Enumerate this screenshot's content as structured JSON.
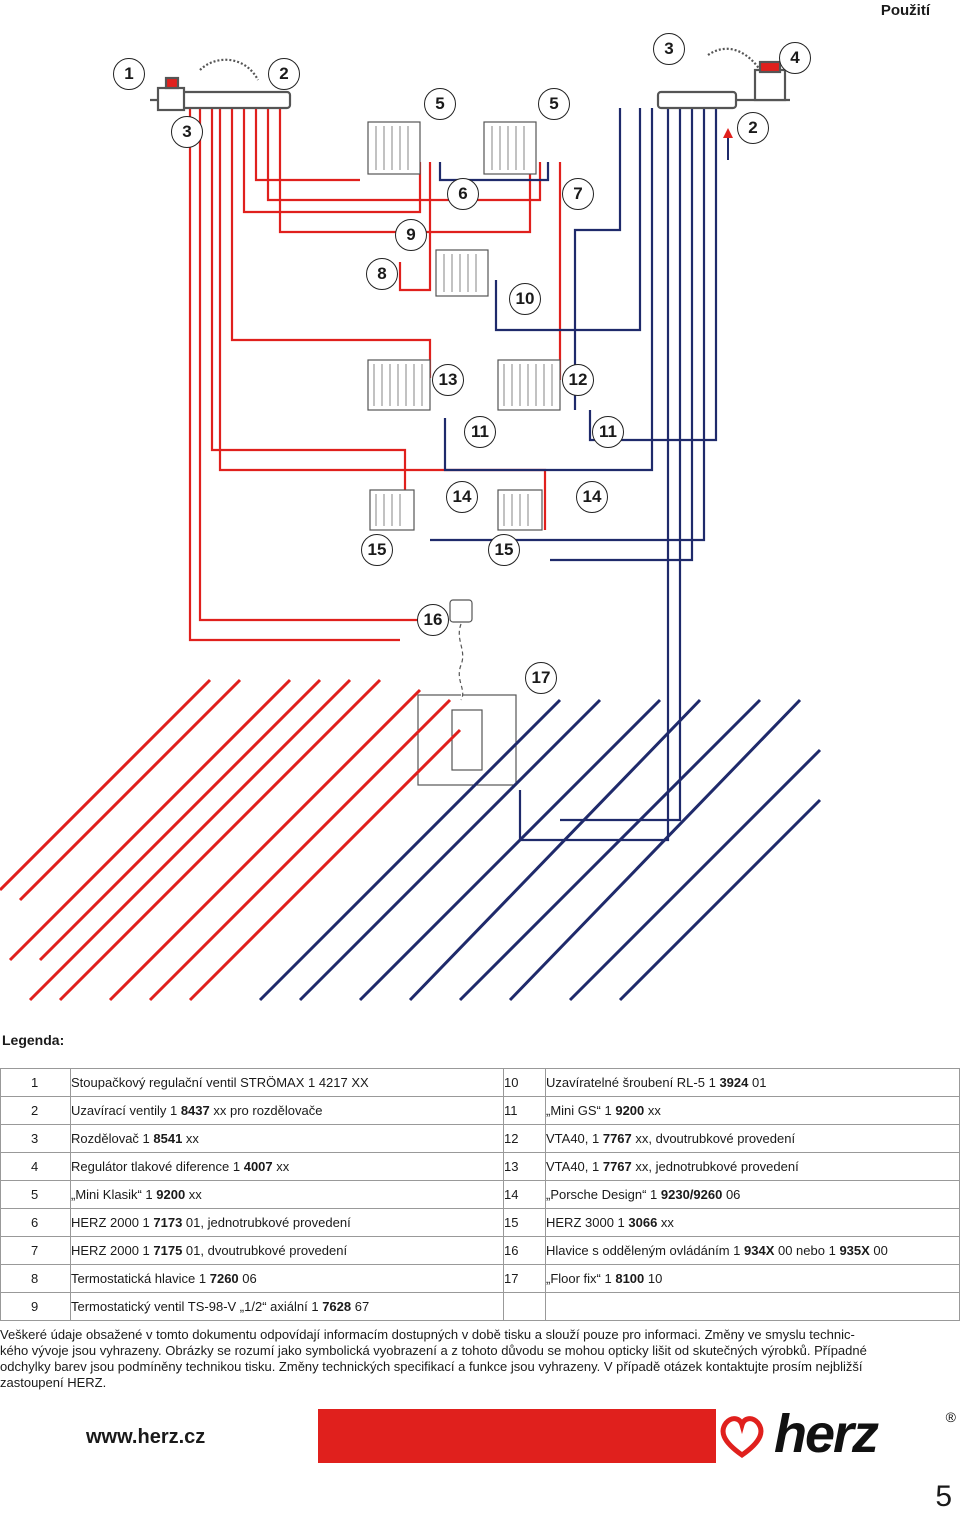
{
  "header": {
    "title": "Použití"
  },
  "diagram": {
    "callouts": [
      {
        "id": "c1a",
        "label": "1"
      },
      {
        "id": "c2a",
        "label": "2"
      },
      {
        "id": "c3a",
        "label": "3"
      },
      {
        "id": "c3b",
        "label": "3"
      },
      {
        "id": "c4",
        "label": "4"
      },
      {
        "id": "c2b",
        "label": "2"
      },
      {
        "id": "c5a",
        "label": "5"
      },
      {
        "id": "c5b",
        "label": "5"
      },
      {
        "id": "c6",
        "label": "6"
      },
      {
        "id": "c7",
        "label": "7"
      },
      {
        "id": "c9",
        "label": "9"
      },
      {
        "id": "c8",
        "label": "8"
      },
      {
        "id": "c10",
        "label": "10"
      },
      {
        "id": "c13",
        "label": "13"
      },
      {
        "id": "c12",
        "label": "12"
      },
      {
        "id": "c11a",
        "label": "11"
      },
      {
        "id": "c11b",
        "label": "11"
      },
      {
        "id": "c14a",
        "label": "14"
      },
      {
        "id": "c14b",
        "label": "14"
      },
      {
        "id": "c15a",
        "label": "15"
      },
      {
        "id": "c15b",
        "label": "15"
      },
      {
        "id": "c16",
        "label": "16"
      },
      {
        "id": "c17",
        "label": "17"
      }
    ],
    "colors": {
      "supply": "#e0201d",
      "return": "#1f2a6b",
      "outline": "#555555"
    }
  },
  "legend": {
    "title": "Legenda:",
    "rows": [
      {
        "n1": "1",
        "d1": "Stoupačkový regulační ventil STRÖMAX 1 4217 XX",
        "n2": "10",
        "d2a": "Uzavíratelné šroubení RL-5 1 ",
        "d2b": "3924",
        "d2c": " 01",
        "d1a": "",
        "d1b": "",
        "d1c": ""
      },
      {
        "n1": "2",
        "d1a": "Uzavírací ventily 1 ",
        "d1b": "8437",
        "d1c": " xx pro rozdělovače",
        "n2": "11",
        "d2a": "„Mini GS“ 1 ",
        "d2b": "9200",
        "d2c": " xx"
      },
      {
        "n1": "3",
        "d1a": "Rozdělovač 1 ",
        "d1b": "8541",
        "d1c": " xx",
        "n2": "12",
        "d2a": "VTA40, 1 ",
        "d2b": "7767",
        "d2c": " xx, dvoutrubkové provedení"
      },
      {
        "n1": "4",
        "d1a": "Regulátor tlakové diference 1 ",
        "d1b": "4007",
        "d1c": " xx",
        "n2": "13",
        "d2a": "VTA40, 1 ",
        "d2b": "7767",
        "d2c": " xx, jednotrubkové provedení"
      },
      {
        "n1": "5",
        "d1a": "„Mini Klasik“ 1 ",
        "d1b": "9200",
        "d1c": " xx",
        "n2": "14",
        "d2a": "„Porsche Design“ 1 ",
        "d2b": "9230/9260",
        "d2c": " 06"
      },
      {
        "n1": "6",
        "d1a": "HERZ 2000 1 ",
        "d1b": "7173",
        "d1c": " 01, jednotrubkové provedení",
        "n2": "15",
        "d2a": "HERZ 3000 1 ",
        "d2b": "3066",
        "d2c": " xx"
      },
      {
        "n1": "7",
        "d1a": "HERZ 2000 1 ",
        "d1b": "7175",
        "d1c": " 01, dvoutrubkové provedení",
        "n2": "16",
        "d2a": "Hlavice s odděleným ovládáním 1 ",
        "d2b": "934X",
        "d2c": " 00 nebo 1 ",
        "d2d": "935X",
        "d2e": " 00"
      },
      {
        "n1": "8",
        "d1a": "Termostatická hlavice 1 ",
        "d1b": "7260",
        "d1c": " 06",
        "n2": "17",
        "d2a": "„Floor fix“ 1 ",
        "d2b": "8100",
        "d2c": " 10"
      },
      {
        "n1": "9",
        "d1a": "Termostatický ventil TS-98-V „1/2“ axiální 1 ",
        "d1b": "7628",
        "d1c": " 67",
        "n2": "",
        "d2a": "",
        "d2b": "",
        "d2c": ""
      }
    ]
  },
  "disclaimer": {
    "line1": "Veškeré údaje obsažené v tomto dokumentu odpovídají informacím dostupných v době tisku a slouží pouze pro informaci. Změny ve smyslu technic-",
    "line2": "kého vývoje jsou vyhrazeny. Obrázky se rozumí jako symbolická vyobrazení a z tohoto důvodu se mohou opticky lišit od skutečných výrobků. Případné",
    "line3": "odchylky barev jsou podmíněny technikou tisku. Změny technických specifikací a funkce jsou vyhrazeny. V případě otázek kontaktujte prosím nejbližší",
    "line4": "zastoupení HERZ."
  },
  "footer": {
    "website": "www.herz.cz",
    "brand": "herz",
    "registered": "®",
    "page_number": "5"
  }
}
